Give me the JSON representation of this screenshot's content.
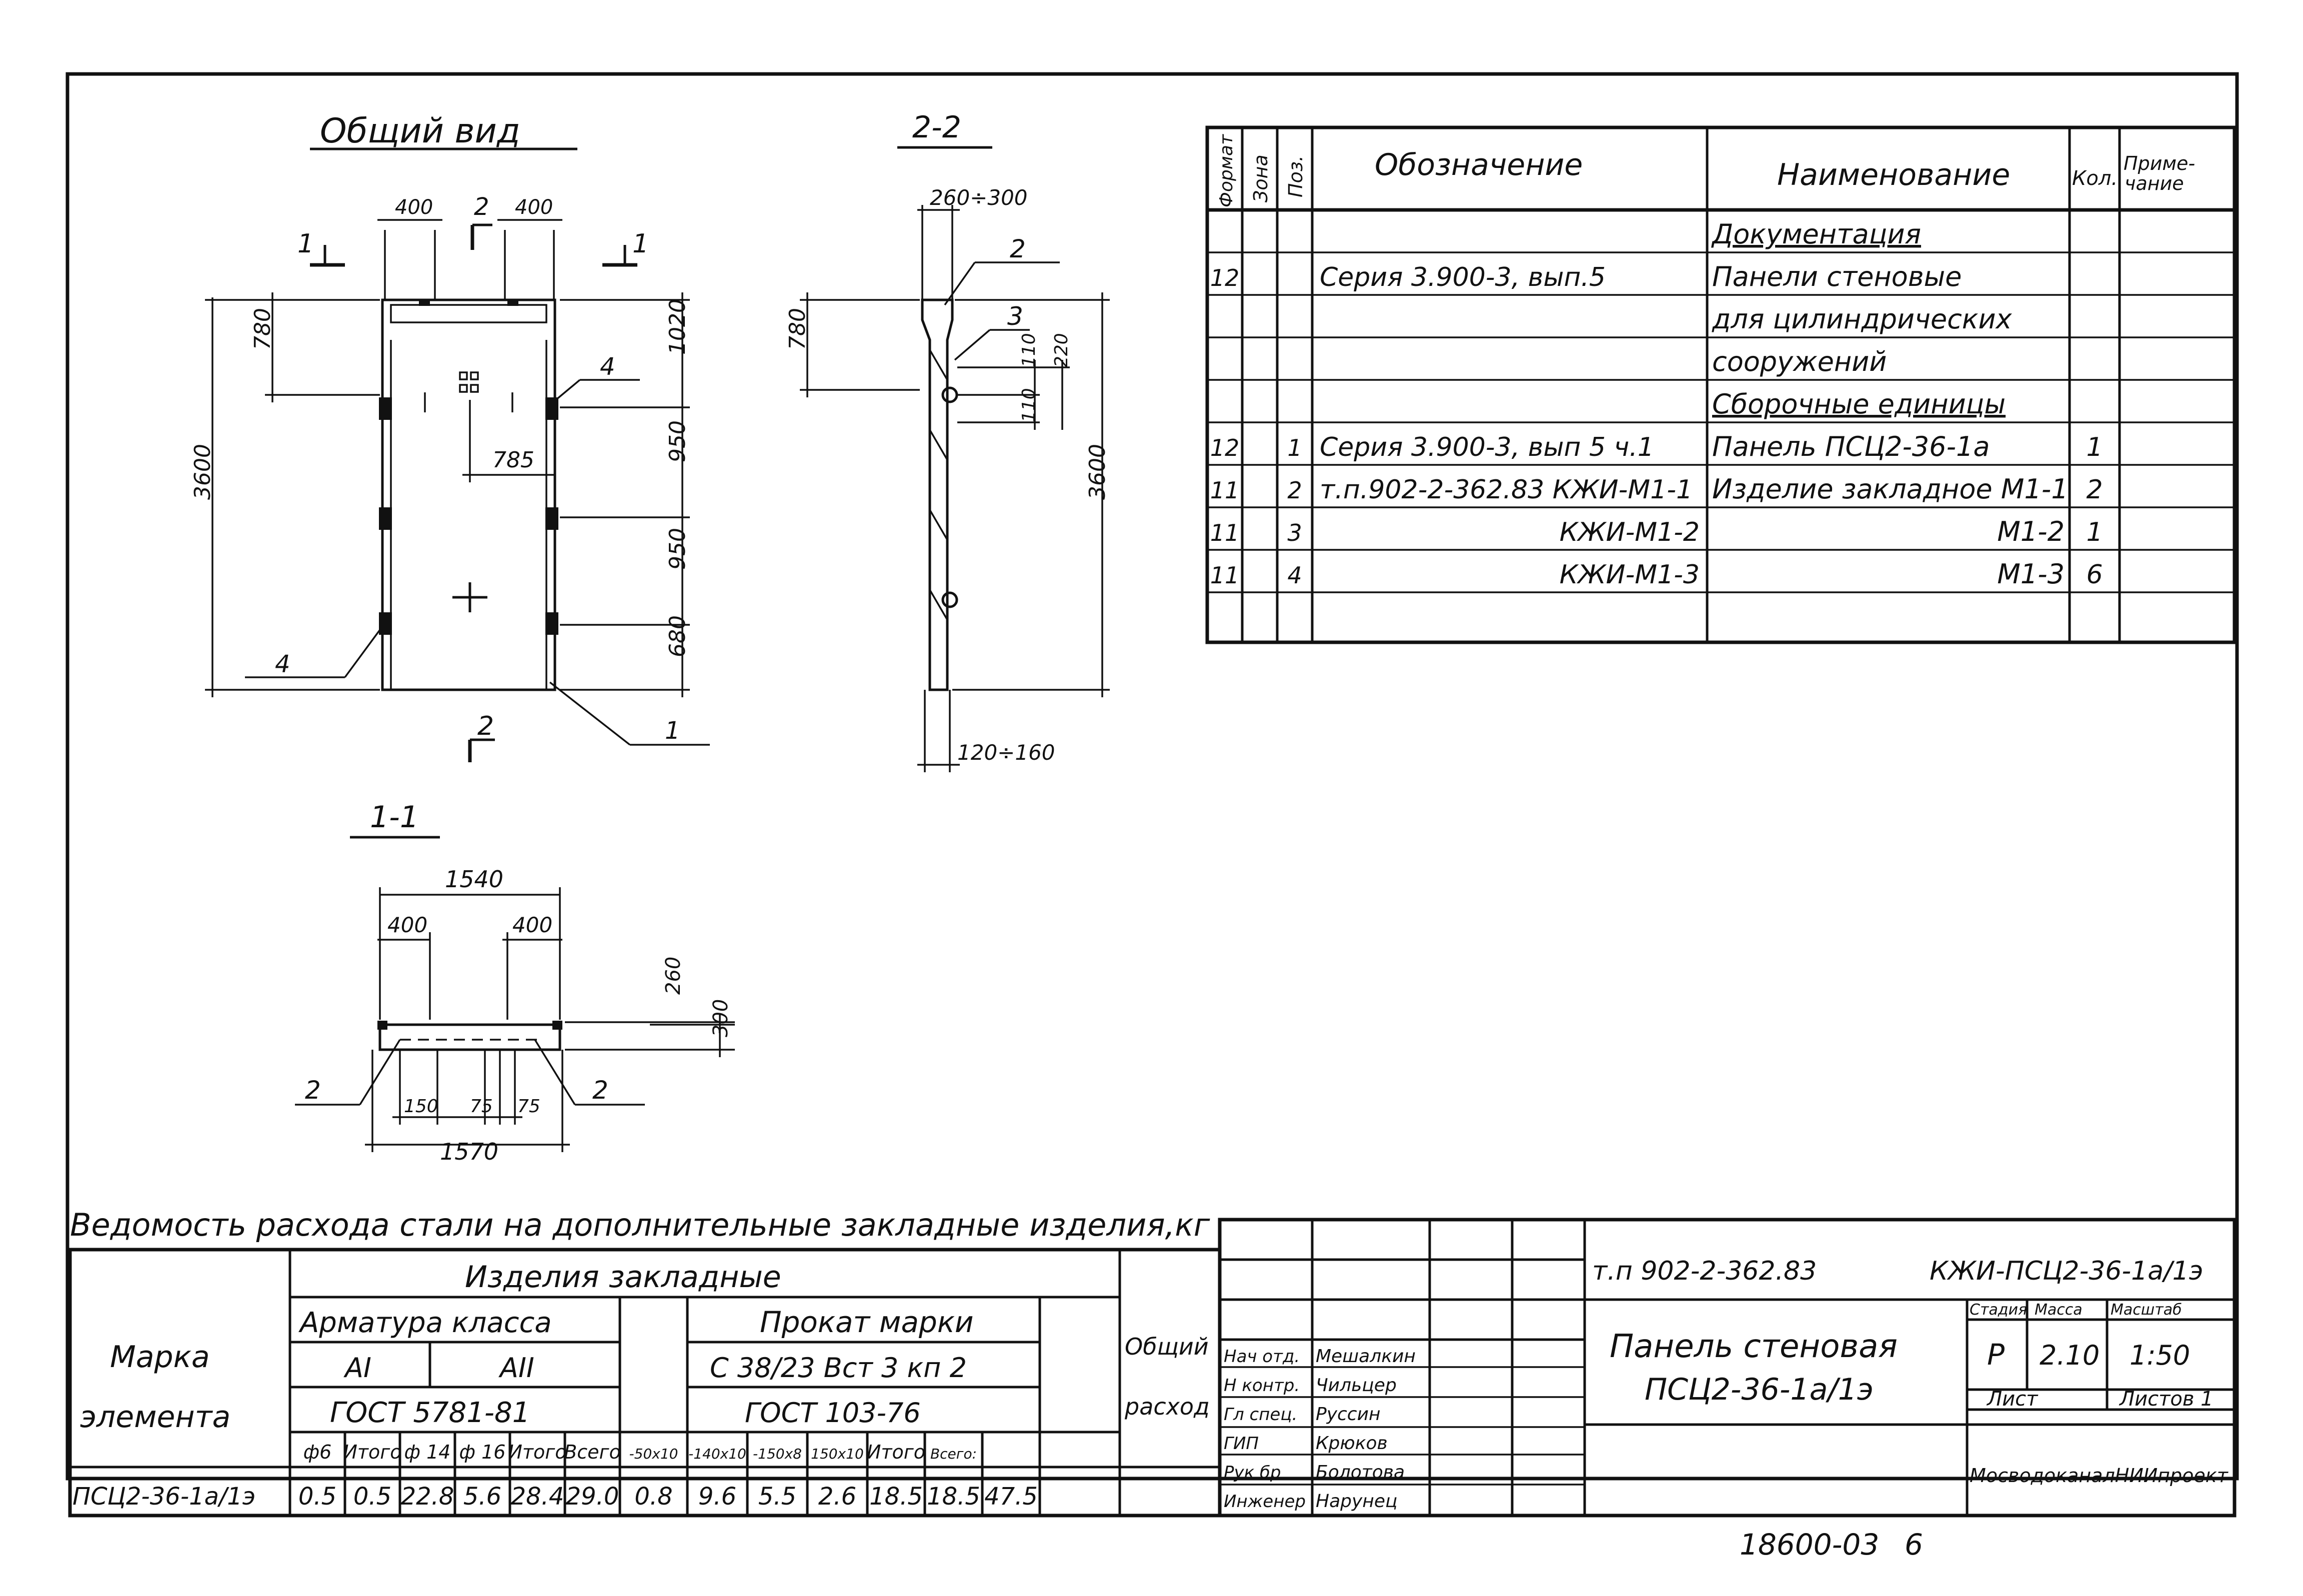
{
  "drawing": {
    "general_view_title": "Общий вид",
    "section_22_title": "2-2",
    "section_11_title": "1-1",
    "gv": {
      "cut1_left": "1",
      "cut1_right": "1",
      "cut2_top": "2",
      "cut2_bottom": "2",
      "dim_400_left": "400",
      "dim_400_right": "400",
      "dim_780": "780",
      "dim_3600": "3600",
      "dim_1020": "1020",
      "dim_950a": "950",
      "dim_950b": "950",
      "dim_680": "680",
      "dim_785": "785",
      "lead_4_top": "4",
      "lead_4_bottom": "4",
      "lead_1": "1"
    },
    "s22": {
      "dim_top": "260÷300",
      "dim_780": "780",
      "dim_110a": "110",
      "dim_220": "220",
      "dim_110b": "110",
      "dim_3600": "3600",
      "dim_bottom": "120÷160",
      "lead_2": "2",
      "lead_3": "3"
    },
    "s11": {
      "dim_1540": "1540",
      "dim_400_left": "400",
      "dim_400_right": "400",
      "dim_260": "260",
      "dim_300": "300",
      "dim_150": "150",
      "dim_75a": "75",
      "dim_75b": "75",
      "dim_1570": "1570",
      "lead_2_left": "2",
      "lead_2_right": "2"
    }
  },
  "specification": {
    "headers": {
      "format": "Формат",
      "zone": "Зона",
      "pos": "Поз.",
      "designation": "Обозначение",
      "name": "Наименование",
      "qty": "Кол.",
      "note": "Приме-\nчание"
    },
    "rows": [
      {
        "format": "",
        "zone": "",
        "pos": "",
        "designation": "",
        "name": "Документация",
        "qty": "",
        "note": "",
        "underline": true
      },
      {
        "format": "12",
        "zone": "",
        "pos": "",
        "designation": "Серия 3.900-3, вып.5",
        "name": "Панели стеновые",
        "qty": "",
        "note": ""
      },
      {
        "format": "",
        "zone": "",
        "pos": "",
        "designation": "",
        "name": "для цилиндрических",
        "qty": "",
        "note": ""
      },
      {
        "format": "",
        "zone": "",
        "pos": "",
        "designation": "",
        "name": "сооружений",
        "qty": "",
        "note": ""
      },
      {
        "format": "",
        "zone": "",
        "pos": "",
        "designation": "",
        "name": "Сборочные единицы",
        "qty": "",
        "note": "",
        "underline": true
      },
      {
        "format": "12",
        "zone": "",
        "pos": "1",
        "designation": "Серия 3.900-3, вып 5 ч.1",
        "name": "Панель ПСЦ2-36-1а",
        "qty": "1",
        "note": ""
      },
      {
        "format": "11",
        "zone": "",
        "pos": "2",
        "designation": "т.п.902-2-362.83 КЖИ-М1-1",
        "name": "Изделие закладное М1-1",
        "qty": "2",
        "note": ""
      },
      {
        "format": "11",
        "zone": "",
        "pos": "3",
        "designation": "КЖИ-М1-2",
        "name": "М1-2",
        "qty": "1",
        "note": ""
      },
      {
        "format": "11",
        "zone": "",
        "pos": "4",
        "designation": "КЖИ-М1-3",
        "name": "М1-3",
        "qty": "6",
        "note": ""
      },
      {
        "format": "",
        "zone": "",
        "pos": "",
        "designation": "",
        "name": "",
        "qty": "",
        "note": ""
      }
    ]
  },
  "steel": {
    "title": "Ведомость расхода стали на дополнительные закладные изделия,кг",
    "col_mark": [
      "Марка",
      "элемента"
    ],
    "group": "Изделия закладные",
    "rebar_label": "Арматура класса",
    "rebar_ai": "АI",
    "rebar_aii": "АII",
    "rebar_gost": "ГОСТ 5781-81",
    "rolled_label": "Прокат марки",
    "rolled_grade": "С 38/23 Вст 3 кп 2",
    "rolled_gost": "ГОСТ 103-76",
    "total_label": [
      "Общий",
      "расход"
    ],
    "sub_headers": [
      "ф6",
      "Итого",
      "ф 14",
      "ф 16",
      "Итого",
      "Всего",
      "-50х10",
      "-140х10",
      "-150х8",
      "150х10",
      "Итого",
      "Всего:"
    ],
    "row": {
      "mark": "ПСЦ2-36-1а/1э",
      "values": [
        "0.5",
        "0.5",
        "22.8",
        "5.6",
        "28.4",
        "29.0",
        "0.8",
        "9.6",
        "5.5",
        "2.6",
        "18.5",
        "18.5",
        "47.5"
      ]
    }
  },
  "title_block": {
    "code_left": "т.п 902-2-362.83",
    "code_right": "КЖИ-ПСЦ2-36-1а/1э",
    "name_line1": "Панель стеновая",
    "name_line2": "ПСЦ2-36-1а/1э",
    "stage_h": "Стадия",
    "mass_h": "Масса",
    "scale_h": "Масштаб",
    "stage": "Р",
    "mass": "2.10",
    "scale": "1:50",
    "sheet_h": "Лист",
    "sheets_h": "Листов 1",
    "org": "МосводоканалНИИпроект",
    "staff": [
      {
        "role": "Нач отд.",
        "name": "Мешалкин"
      },
      {
        "role": "Н контр.",
        "name": "Чильцер"
      },
      {
        "role": "Гл спец.",
        "name": "Руссин"
      },
      {
        "role": "ГИП",
        "name": "Крюков"
      },
      {
        "role": "Рук бр",
        "name": "Болотова"
      },
      {
        "role": "Инженер",
        "name": "Нарунец"
      }
    ]
  },
  "footer": {
    "number": "18600-03",
    "page": "6"
  }
}
